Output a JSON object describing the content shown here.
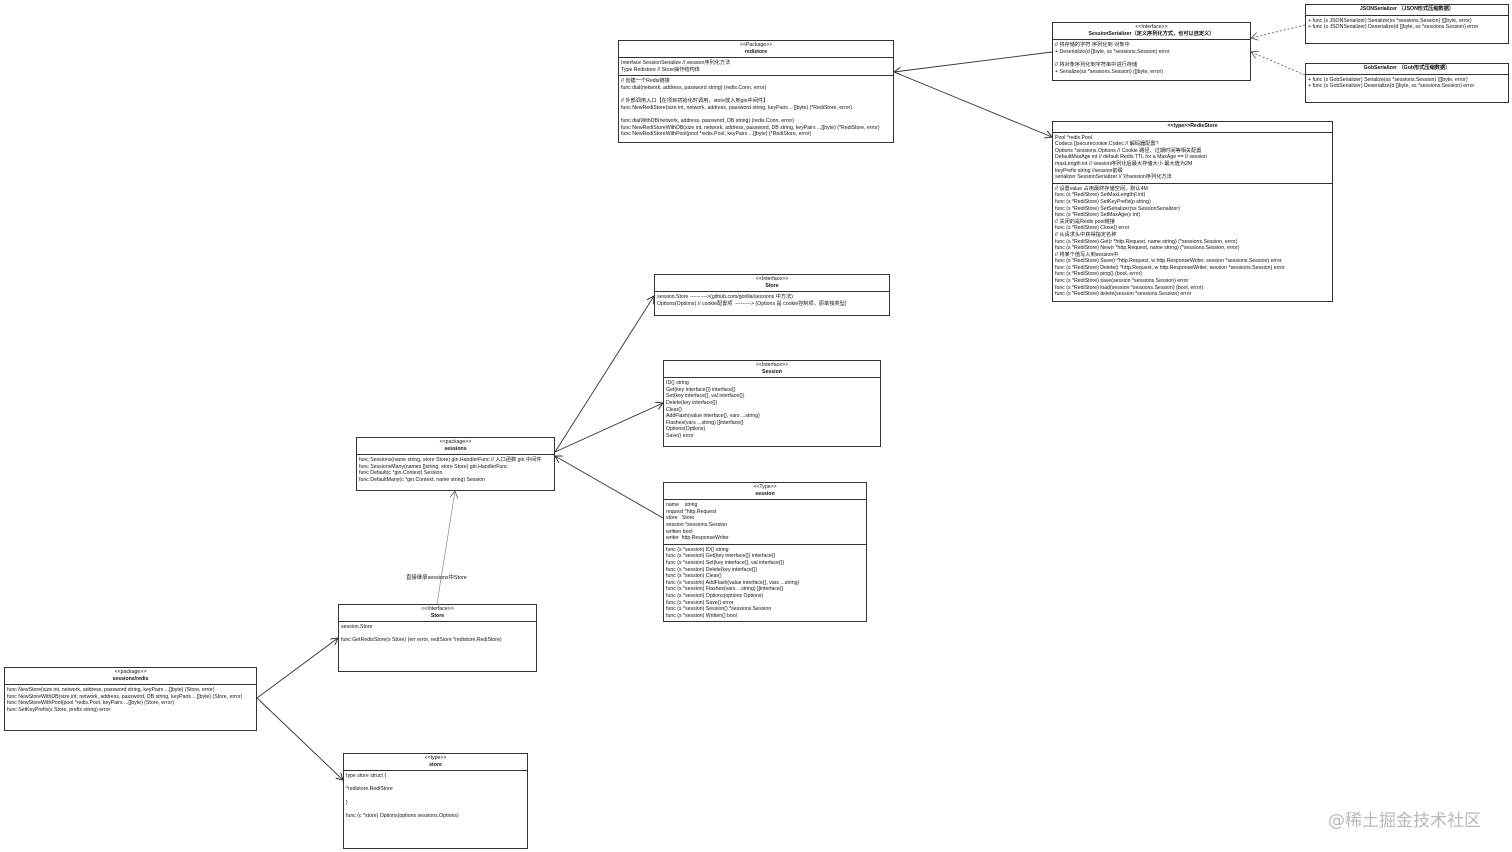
{
  "diagram": {
    "nodes": {
      "redistore": {
        "stereotype": "<<Package>>",
        "name": "redistore",
        "sections": [
          [
            "Interface SessionSerialize // session序列化方法",
            "Type Redistore // Store操作结构体"
          ],
          [
            "// 创建一个Redis链接",
            "func dial(network, address, password string) (redis.Conn, error)",
            "",
            "// 外部调用入口【在项目初始化时调用，store放入到gin中间件】",
            "func NewRediStore(size int, network, address, password string, keyPairs ...[]byte) (*RediStore, error)",
            "",
            "func dialWithDB(network, address, password, DB string) (redis.Conn, error)",
            "func NewRediStoreWithDB(size int, network, address, password, DB string, keyPairs ...[]byte) (*RediStore, error)",
            "func NewRediStoreWithPool(pool *redis.Pool, keyPairs ...[]byte) (*RediStore, error)"
          ]
        ]
      },
      "session_serializer": {
        "stereotype": "<<Interface>>",
        "name": "SessionSerializer（定义序列化方式，也可以自定义）",
        "sections": [
          [
            "// 将存储的字符 序列化到 对象中",
            "+ Deserialize(d []byte, ss *sessions.Session) error",
            "",
            "// 将对象序列化到字符串中进行存储",
            "+ Serialize(ss *sessions.Session) ([]byte, error)"
          ]
        ]
      },
      "json_serializer": {
        "stereotype": "",
        "name": "JSONSerializer （JSON形式压缩数据）",
        "sections": [
          [
            "+ func (s JSONSerializer) Serialize(ss *sessions.Session) ([]byte, error)",
            "+ func (s JSONSerializer) Deserialize(d []byte, ss *sessions.Session) error"
          ]
        ]
      },
      "gob_serializer": {
        "stereotype": "",
        "name": "GobSerializer （Gob形式压缩数据）",
        "sections": [
          [
            "+ func (s GobSerializer) Serialize(ss *sessions.Session) ([]byte, error)",
            "+ func (s GobSerializer) Deserialize(d []byte, ss *sessions.Session) error"
          ]
        ]
      },
      "redis_store": {
        "stereotype": "",
        "name": "<<type>>RedisStore",
        "sections": [
          [
            "Pool *redis.Pool",
            "Codecs []securecookie.Codec // 解码器配置?",
            "Options *sessions.Options // Cookie 路径、过期时间等相关配置",
            "DefaultMaxAge int // default Redis TTL for a MaxAge == 0 session",
            "maxLength int // session序列化后最大存储大小 最大值为2M",
            "keyPrefix string //session前缀",
            "serializer SessionSerializer // 对session序列化方法"
          ],
          [
            "// 设置value 占用最终存储空间，默认4M",
            "func (s *RediStore) SetMaxLength(l int)",
            "func (s *RediStore) SetKeyPrefix(p string)",
            "func (s *RediStore) SetSerializer(ss SessionSerializer)",
            "func (s *RediStore) SetMaxAge(v int)",
            "// 关闭的是Redis pool链接",
            "func (s *RediStore) Close() error",
            "// 从请求头中获得指定名称",
            "func (s *RediStore) Get(r *http.Request, name string) (*sessions.Session, error)",
            "func (s *RediStore) New(r *http.Request, name string) (*sessions.Session, error)",
            "// 将某个值写入到session中",
            "func (s *RediStore) Save(r *http.Request, w http.ResponseWriter, session *sessions.Session) error",
            "func (s *RediStore) Delete(r *http.Request, w http.ResponseWriter, session *sessions.Session) error",
            "func (s *RediStore) ping() (bool, error)",
            "func (s *RediStore) save(session *sessions.Session) error",
            "func (s *RediStore) load(session *sessions.Session) (bool, error)",
            "func (s *RediStore) delete(session *sessions.Session) error"
          ]
        ]
      },
      "store_iface_top": {
        "stereotype": "<<Interface>>",
        "name": "Store",
        "sections": [
          [
            "session.Store ---------->(github.com/gorilla/sessions 中方法)",
            "Options(Options) // cookie配置项  ---------> (Options 是 cookie控制项，原单独类型)"
          ]
        ]
      },
      "session_iface": {
        "stereotype": "<<Interface>>",
        "name": "Session",
        "sections": [
          [
            "ID() string",
            "Get(key interface{}) interface{}",
            "Set(key interface{}, val interface{})",
            "Delete(key interface{})",
            "Clear()",
            "AddFlash(value interface{}, vars ...string)",
            "Flashes(vars ...string) []interface{}",
            "Options(Options)",
            "Save() error"
          ]
        ]
      },
      "sessions_pkg": {
        "stereotype": "<<package>>",
        "name": "sessions",
        "sections": [
          [
            "func Sessions(name string, store Store) gin.HandlerFunc // 入口函数 gin 中间件",
            "func SessionsMany(names []string, store Store) gin.HandlerFunc",
            "func Default(c *gin.Context) Session",
            "func DefaultMany(c *gin.Context, name string) Session"
          ]
        ]
      },
      "session_type": {
        "stereotype": "<<Type>>",
        "name": "session",
        "sections": [
          [
            "name    string",
            "request *http.Request",
            "store   Store",
            "session *sessions.Session",
            "written bool",
            "writer  http.ResponseWriter"
          ],
          [
            "func (s *session) ID() string",
            "func (s *session) Get(key interface{}) interface{}",
            "func (s *session) Set(key interface{}, val interface{})",
            "func (s *session) Delete(key interface{})",
            "func (s *session) Clear()",
            "func (s *session) AddFlash(value interface{}, vars ...string)",
            "func (s *session) Flashes(vars ...string) []interface{}",
            "func (s *session) Options(options Options)",
            "func (s *session) Save() error",
            "func (s *session) Session() *sessions.Session",
            "func (s *session) Written() bool"
          ]
        ]
      },
      "store_iface_redis": {
        "stereotype": "<<Interface>>",
        "name": "Store",
        "sections": [
          [
            "session.Store",
            "",
            "func GetRedisStore(s Store) (err error, rediStore *redistore.RediStore)"
          ]
        ]
      },
      "sessions_redis_pkg": {
        "stereotype": "<<package>>",
        "name": "sessions/redis",
        "sections": [
          [
            "func NewStore(size int, network, address, password string, keyPairs ...[]byte) (Store, error)",
            "func NewStoreWithDB(size int, network, address, password, DB string, keyPairs ...[]byte) (Store, error)",
            "func NewStoreWithPool(pool *redis.Pool, keyPairs ...[]byte) (Store, error)",
            "func SetKeyPrefix(s Store, prefix string) error"
          ]
        ]
      },
      "store_type": {
        "stereotype": "<<type>>",
        "name": "store",
        "sections": [
          [
            "type store struct {",
            "",
            "*redistore.RediStore",
            "",
            "}",
            "",
            "func (c *store) Options(options sessions.Options)"
          ]
        ]
      }
    },
    "edge_label_inherit": "直接继承sessions中Store",
    "watermark": "@稀土掘金技术社区"
  }
}
